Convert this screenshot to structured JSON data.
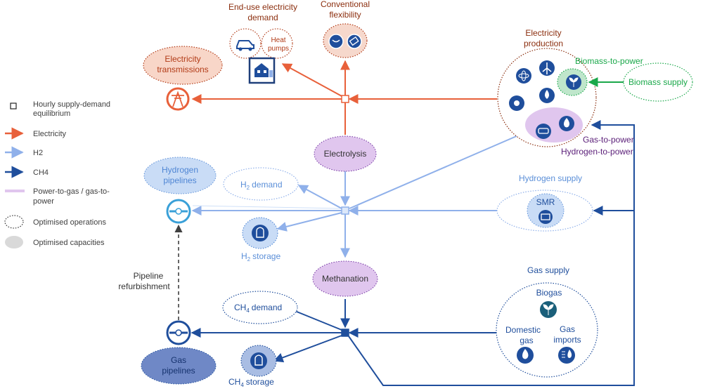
{
  "colors": {
    "electricity": "#e8603a",
    "h2": "#8fb0ea",
    "ch4": "#1f4e9c",
    "power_gas": "#e0c6ee",
    "elec_text": "#b23b17",
    "h2_text": "#5b8fd8",
    "biomass": "#1aa84a",
    "purple": "#7030a0",
    "brown": "#8b2e0e"
  },
  "legend": [
    {
      "label": "Hourly supply-demand equilibrium",
      "line1": "Hourly supply-demand",
      "line2": "equilibrium"
    },
    {
      "label": "Electricity"
    },
    {
      "label": "H2"
    },
    {
      "label": "CH4"
    },
    {
      "label": "Power-to-gas / gas-to-power",
      "line1": "Power-to-gas / gas-to-",
      "line2": "power"
    },
    {
      "label": "Optimised operations"
    },
    {
      "label": "Optimised capacities"
    }
  ],
  "nodes": {
    "end_use_demand": {
      "line1": "End-use electricity",
      "line2": "demand"
    },
    "heat_pumps": {
      "line1": "Heat",
      "line2": "pumps"
    },
    "conventional_flex": {
      "line1": "Conventional",
      "line2": "flexibility"
    },
    "elec_transmissions": {
      "line1": "Electricity",
      "line2": "transmissions"
    },
    "elec_production": {
      "line1": "Electricity",
      "line2": "production"
    },
    "biomass_to_power": "Biomass-to-power",
    "biomass_supply": "Biomass supply",
    "gas_to_power": "Gas-to-power",
    "hydrogen_to_power": "Hydrogen-to-power",
    "electrolysis": "Electrolysis",
    "hydrogen_pipelines": {
      "line1": "Hydrogen",
      "line2": "pipelines"
    },
    "h2_demand": "demand",
    "h2_storage": "storage",
    "hydrogen_supply": "Hydrogen supply",
    "smr": "SMR",
    "methanation": "Methanation",
    "pipeline_refurb": {
      "line1": "Pipeline",
      "line2": "refurbishment"
    },
    "ch4_demand": "demand",
    "ch4_storage": "storage",
    "gas_supply": "Gas supply",
    "biogas": "Biogas",
    "domestic_gas": {
      "line1": "Domestic",
      "line2": "gas"
    },
    "gas_imports": {
      "line1": "Gas",
      "line2": "imports"
    },
    "gas_pipelines": {
      "line1": "Gas",
      "line2": "pipelines"
    }
  },
  "chem": {
    "h": "H",
    "h_sub": "2",
    "ch": "CH",
    "ch_sub": "4"
  },
  "icons": [
    "electric-car-icon",
    "house-heat-pump-icon",
    "dam-icon",
    "battery-icon",
    "pylon-icon",
    "atom-icon",
    "wind-turbine-icon",
    "water-drop-icon",
    "sun-icon",
    "leaf-sprout-icon",
    "gas-turbine-icon",
    "flame-icon",
    "pipe-valve-icon",
    "gas-tank-icon",
    "smr-plant-icon",
    "import-flame-icon"
  ]
}
